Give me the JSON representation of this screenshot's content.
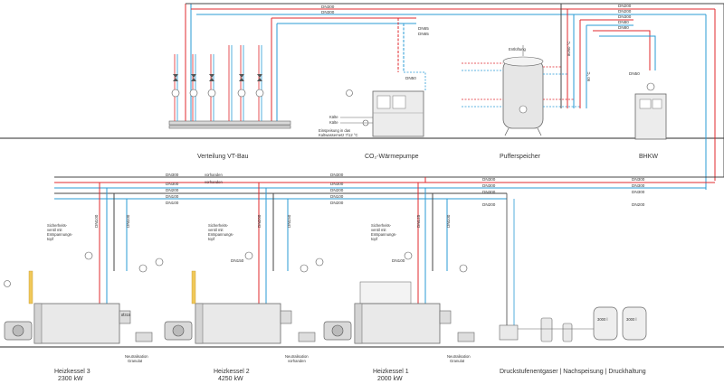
{
  "colors": {
    "supply": "#e0282e",
    "return": "#2a9bd6",
    "neutral": "#444444",
    "ground": "#555555",
    "equipment_fill": "#e9e9e9",
    "equipment_stroke": "#666666",
    "insulation": "#f0c85a"
  },
  "captions": {
    "distribution": "Verteilung VT-Bau",
    "heat_pump": "CO₂-Wärmepumpe",
    "buffer": "Pufferspeicher",
    "chp": "BHKW",
    "boiler3_title": "Heizkessel 3",
    "boiler3_power": "2300 kW",
    "boiler2_title": "Heizkessel 2",
    "boiler2_power": "4250 kW",
    "boiler1_title": "Heizkessel 1",
    "boiler1_power": "2000 kW",
    "pressure": "Druckstufenentgaser | Nachspeisung | Druckhaltung"
  },
  "labels": {
    "dn300": "DN300",
    "dn200": "DN200",
    "dn100": "DN100",
    "dn150": "DN150",
    "dn125": "DN125",
    "dn80": "DN80",
    "dn65": "DN65",
    "dn50": "DN50",
    "vorhanden": "vorhanden",
    "entluftung": "Entlüftung",
    "kalte1": "Kälte",
    "kalte2": "Kälte",
    "einspeisung1": "Einspeisung in das",
    "einspeisung2": "Kaltwassernetz 7/12 °C",
    "sicherheitsventil1": "Sicherheits-",
    "sicherheitsventil2": "ventil mit",
    "sicherheitsventil3": "Entspannungs-",
    "sicherheitsventil4": "topf",
    "neutralisation": "Neutralisation",
    "granulat": "Granulat",
    "vorhanden2": "vorhanden",
    "tank1": "3000 l",
    "tank2": "3000 l",
    "dia315": "Ø315",
    "temp1": "80/60 °C",
    "temp2": "90 °C"
  }
}
